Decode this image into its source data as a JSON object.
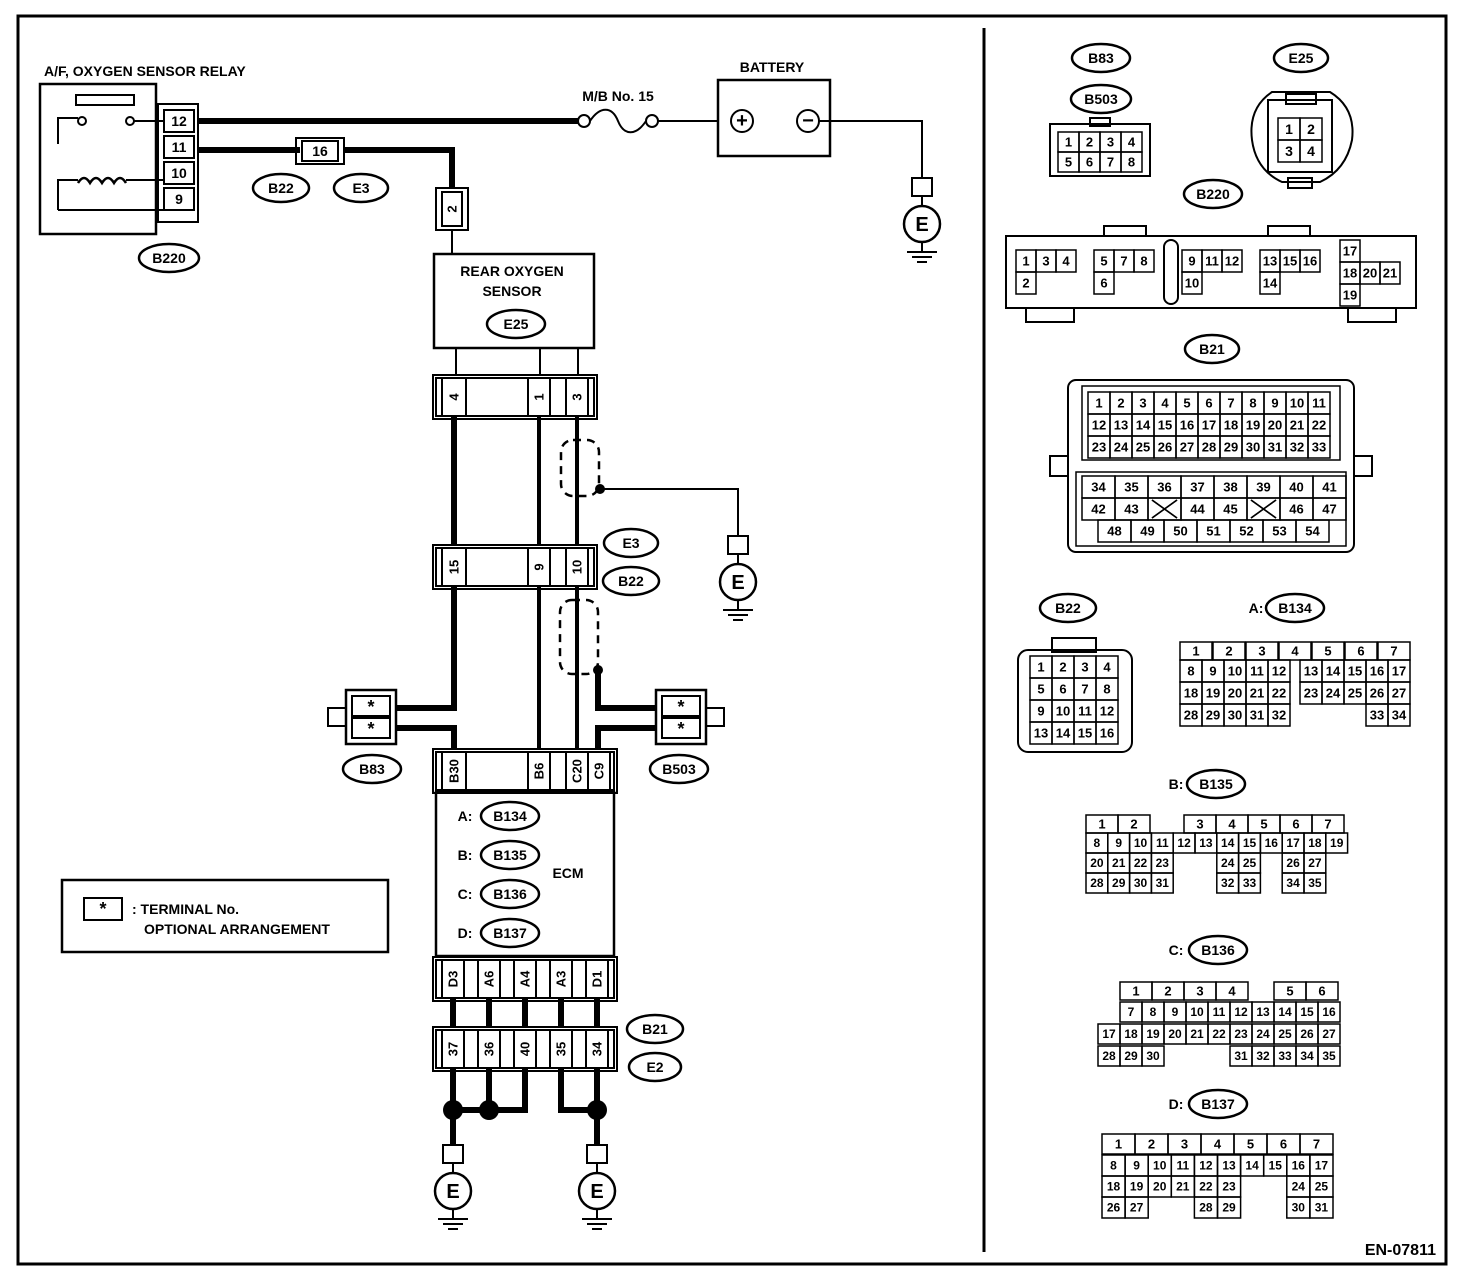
{
  "labels": {
    "relay": "A/F, OXYGEN SENSOR RELAY",
    "battery": "BATTERY",
    "fuse": "M/B No. 15",
    "sensor_line1": "REAR OXYGEN",
    "sensor_line2": "SENSOR",
    "ecm": "ECM",
    "legend_line1": ": TERMINAL No.",
    "legend_line2": "OPTIONAL ARRANGEMENT",
    "legend_symbol": "*",
    "ground": "E",
    "plus": "+",
    "minus": "−",
    "doc_code": "EN-07811"
  },
  "connectors": {
    "B220": "B220",
    "B22": "B22",
    "E3": "E3",
    "E25": "E25",
    "B83": "B83",
    "B503": "B503",
    "B21": "B21",
    "E2": "E2",
    "B134": "B134",
    "B135": "B135",
    "B136": "B136",
    "B137": "B137"
  },
  "ecm_prefixes": [
    "A:",
    "B:",
    "C:",
    "D:"
  ],
  "relay_pins": [
    "12",
    "11",
    "10",
    "9"
  ],
  "pin_16": "16",
  "pin_2": "2",
  "e25_pins": [
    "4",
    "1",
    "3"
  ],
  "e3_pins": [
    "15",
    "9",
    "10"
  ],
  "ecm_top_pins": [
    "B30",
    "B6",
    "C20",
    "C9"
  ],
  "ecm_bottom_pins": [
    "D3",
    "A6",
    "A4",
    "A3",
    "D1"
  ],
  "b21_pins": [
    "37",
    "36",
    "40",
    "35",
    "34"
  ],
  "layouts": {
    "b83_grid": [
      [
        "1",
        "2",
        "3",
        "4"
      ],
      [
        "5",
        "6",
        "7",
        "8"
      ]
    ],
    "e25_grid": [
      [
        "1",
        "2"
      ],
      [
        "3",
        "4"
      ]
    ],
    "b220_groups": [
      {
        "cells": [
          [
            "1",
            "3",
            "4"
          ],
          [
            "2",
            "",
            ""
          ]
        ]
      },
      {
        "cells": [
          [
            "5",
            "7",
            "8"
          ],
          [
            "6",
            "",
            ""
          ]
        ]
      },
      {
        "cells": [
          [
            "9",
            "11",
            "12"
          ],
          [
            "10",
            "",
            ""
          ]
        ]
      },
      {
        "cells": [
          [
            "13",
            "15",
            "16"
          ],
          [
            "14",
            "",
            ""
          ]
        ]
      },
      {
        "cells": [
          [
            "17",
            "",
            ""
          ],
          [
            "18",
            "20",
            "21"
          ],
          [
            "19",
            "",
            ""
          ]
        ]
      }
    ],
    "b21_rows": [
      [
        "1",
        "2",
        "3",
        "4",
        "5",
        "6",
        "7",
        "8",
        "9",
        "10",
        "11"
      ],
      [
        "12",
        "13",
        "14",
        "15",
        "16",
        "17",
        "18",
        "19",
        "20",
        "21",
        "22"
      ],
      [
        "23",
        "24",
        "25",
        "26",
        "27",
        "28",
        "29",
        "30",
        "31",
        "32",
        "33"
      ],
      [
        "34",
        "35",
        "36",
        "37",
        "38",
        "39",
        "40",
        "41"
      ],
      [
        "42",
        "43",
        "",
        "44",
        "45",
        "",
        "46",
        "47"
      ],
      [
        "48",
        "49",
        "50",
        "51",
        "52",
        "53",
        "54"
      ]
    ],
    "b22_grid": [
      [
        "1",
        "2",
        "3",
        "4"
      ],
      [
        "5",
        "6",
        "7",
        "8"
      ],
      [
        "9",
        "10",
        "11",
        "12"
      ],
      [
        "13",
        "14",
        "15",
        "16"
      ]
    ],
    "b134_rows": [
      [
        "1",
        "",
        "2",
        "",
        "3",
        "",
        "4",
        "",
        "5",
        "",
        "6",
        "",
        "7"
      ],
      [
        "8",
        "9",
        "10",
        "11",
        "12",
        "13",
        "14",
        "15",
        "16",
        "17"
      ],
      [
        "18",
        "19",
        "20",
        "21",
        "22",
        "23",
        "24",
        "25",
        "26",
        "27"
      ],
      [
        "28",
        "29",
        "30",
        "31",
        "32",
        "",
        "",
        "",
        "33",
        "34"
      ]
    ],
    "b135_rows": [
      [
        "1",
        "2",
        "",
        "3",
        "4",
        "5",
        "6",
        "7"
      ],
      [
        "8",
        "9",
        "10",
        "11",
        "12",
        "13",
        "14",
        "15",
        "16",
        "17",
        "18",
        "19"
      ],
      [
        "20",
        "21",
        "22",
        "23",
        "",
        "",
        "24",
        "25",
        "",
        "26",
        "27"
      ],
      [
        "28",
        "29",
        "30",
        "31",
        "",
        "",
        "32",
        "33",
        "",
        "34",
        "35"
      ]
    ],
    "b136_rows": [
      [
        "1",
        "2",
        "3",
        "4",
        "",
        "5",
        "6"
      ],
      [
        "7",
        "8",
        "9",
        "10",
        "11",
        "12",
        "13",
        "14",
        "15",
        "16"
      ],
      [
        "17",
        "18",
        "19",
        "20",
        "21",
        "22",
        "23",
        "24",
        "25",
        "26",
        "27"
      ],
      [
        "28",
        "29",
        "30",
        "",
        "",
        "",
        "31",
        "32",
        "33",
        "34",
        "35"
      ]
    ],
    "b137_rows": [
      [
        "1",
        "2",
        "3",
        "4",
        "5",
        "6",
        "7"
      ],
      [
        "8",
        "9",
        "10",
        "11",
        "12",
        "13",
        "14",
        "15",
        "16",
        "17"
      ],
      [
        "18",
        "19",
        "20",
        "21",
        "22",
        "23",
        "",
        "",
        "24",
        "25"
      ],
      [
        "26",
        "27",
        "",
        "",
        "28",
        "29",
        "",
        "",
        "30",
        "31"
      ]
    ]
  }
}
